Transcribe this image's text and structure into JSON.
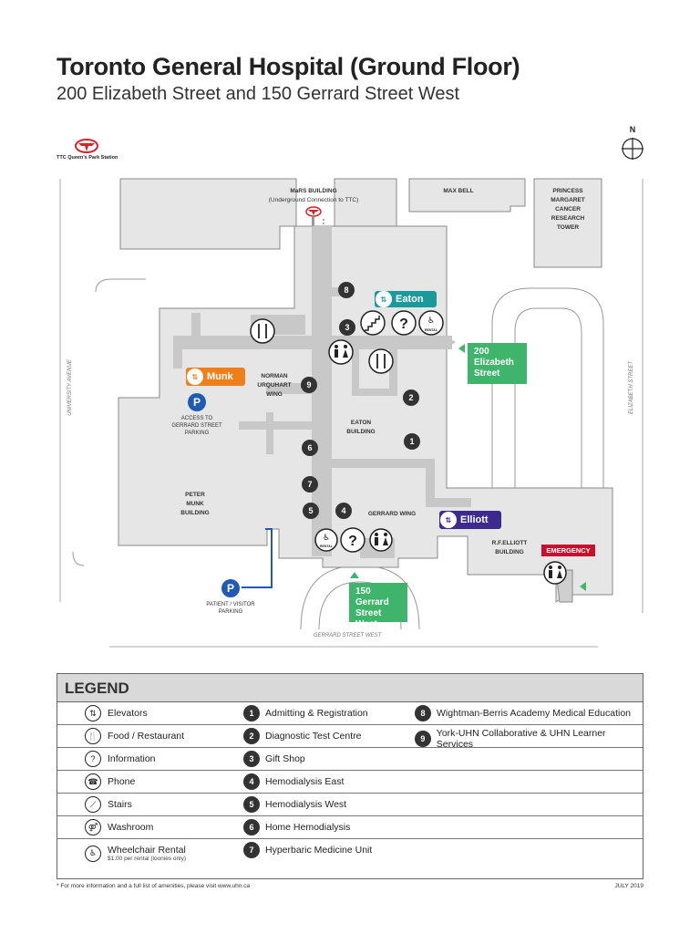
{
  "header": {
    "title": "Toronto General Hospital (Ground Floor)",
    "subtitle": "200 Elizabeth Street and 150 Gerrard Street West",
    "ttc_label": "TTC Queen's Park Station",
    "compass": "N"
  },
  "map": {
    "buildings": {
      "mars": "MaRS BUILDING",
      "mars_sub": "(Underground Connection to TTC)",
      "max_bell": "MAX BELL",
      "princess": [
        "PRINCESS",
        "MARGARET",
        "CANCER",
        "RESEARCH",
        "TOWER"
      ],
      "norman": [
        "NORMAN",
        "URQUHART",
        "WING"
      ],
      "eaton": [
        "EATON",
        "BUILDING"
      ],
      "peter_munk": [
        "PETER",
        "MUNK",
        "BUILDING"
      ],
      "gerrard_wing": "GERRARD WING",
      "rf_elliott": [
        "R.F.ELLIOTT",
        "BUILDING"
      ]
    },
    "streets": {
      "university": "UNIVERSITY AVENUE",
      "elizabeth": "ELIZABETH STREET",
      "gerrard": "GERRARD STREET WEST"
    },
    "elevator_tags": {
      "eaton": "Eaton",
      "munk": "Munk",
      "elliott": "Elliott"
    },
    "entrances": {
      "elizabeth": [
        "200",
        "Elizabeth",
        "Street"
      ],
      "gerrard": [
        "150",
        "Gerrard",
        "Street West"
      ]
    },
    "emergency": "EMERGENCY",
    "parking_letter": "P",
    "access_parking": [
      "ACCESS TO",
      "GERRARD STREET",
      "PARKING"
    ],
    "patient_parking": [
      "PATIENT / VISITOR",
      "PARKING"
    ],
    "rental_text": "RENTAL",
    "info_symbol": "?",
    "markers": [
      "8",
      "3",
      "9",
      "2",
      "1",
      "6",
      "7",
      "5",
      "4"
    ]
  },
  "legend": {
    "title": "LEGEND",
    "amenities": [
      {
        "icon": "elevator-icon",
        "glyph": "⇅",
        "label": "Elevators"
      },
      {
        "icon": "food-icon",
        "glyph": "🍴",
        "label": "Food / Restaurant"
      },
      {
        "icon": "information-icon",
        "glyph": "?",
        "label": "Information"
      },
      {
        "icon": "phone-icon",
        "glyph": "☎",
        "label": "Phone"
      },
      {
        "icon": "stairs-icon",
        "glyph": "⟋",
        "label": "Stairs"
      },
      {
        "icon": "washroom-icon",
        "glyph": "⚤",
        "label": "Washroom"
      },
      {
        "icon": "wheelchair-icon",
        "glyph": "♿",
        "label": "Wheelchair Rental",
        "sub": "$1.00 per rental (loonies only)"
      }
    ],
    "services": [
      {
        "num": "1",
        "label": "Admitting & Registration"
      },
      {
        "num": "2",
        "label": "Diagnostic Test Centre"
      },
      {
        "num": "3",
        "label": "Gift Shop"
      },
      {
        "num": "4",
        "label": "Hemodialysis East"
      },
      {
        "num": "5",
        "label": "Hemodialysis West"
      },
      {
        "num": "6",
        "label": "Home Hemodialysis"
      },
      {
        "num": "7",
        "label": "Hyperbaric Medicine Unit"
      },
      {
        "num": "8",
        "label": "Wightman-Berris Academy Medical Education"
      },
      {
        "num": "9",
        "label": "York-UHN Collaborative & UHN Learner Services"
      }
    ]
  },
  "footer": {
    "note": "* For more information and a full list of amenities, please visit www.uhn.ca",
    "date": "JULY 2019"
  },
  "colors": {
    "eaton_tag": "#1a9a9a",
    "munk_tag": "#f07f1a",
    "elliott_tag": "#3d2a8c",
    "entrance": "#3fb56b",
    "emergency": "#c8102e",
    "parking": "#1f5bb5",
    "building": "#e6e6e6",
    "corridor": "#c8c8c8"
  }
}
